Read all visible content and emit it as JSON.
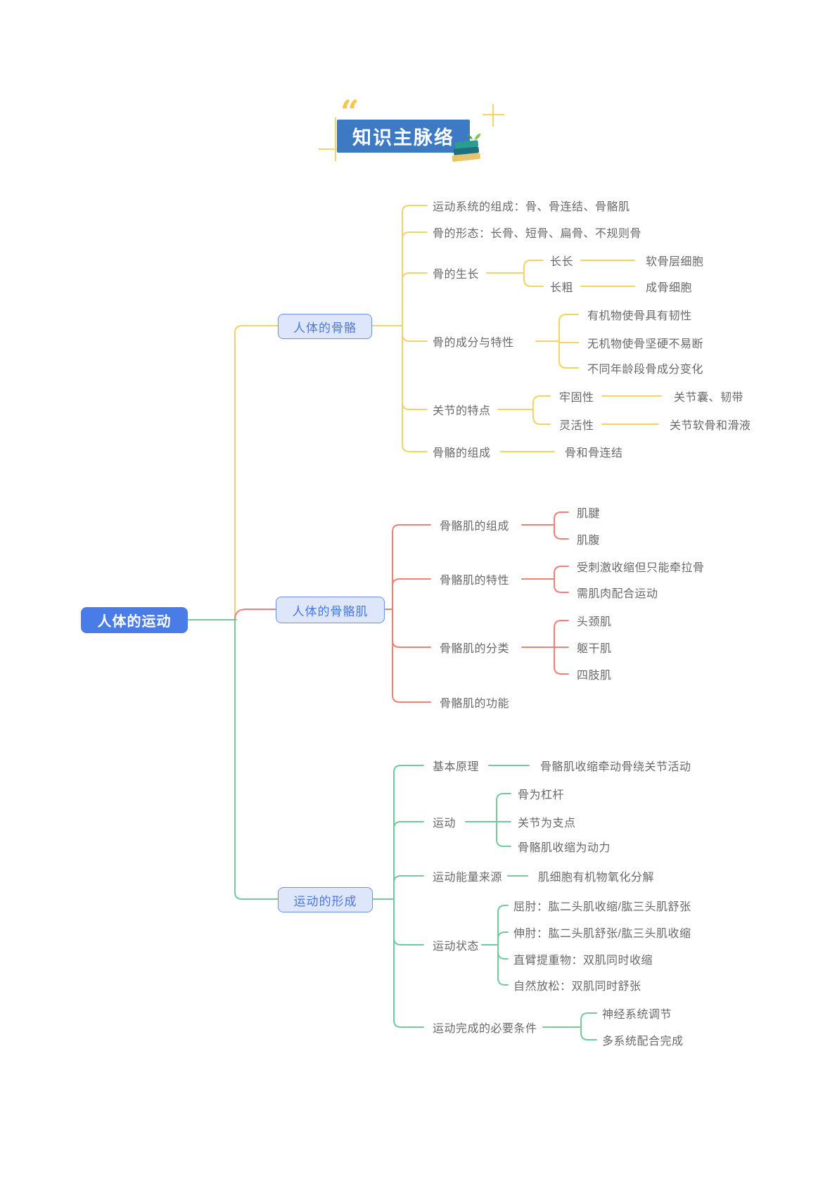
{
  "header": {
    "title": "知识主脉络",
    "quote_mark": "“"
  },
  "colors": {
    "banner_blue": "#3d7ac3",
    "root_blue": "#4a7ce8",
    "node_fill": "#dee6fb",
    "node_border": "#6e8ee9",
    "node_text": "#4b77e0",
    "branch_yellow": "#f0d464",
    "branch_red": "#ef8078",
    "branch_green": "#74ca9b",
    "topic_gray": "#696969",
    "decor_yellow": "#f3d65f"
  },
  "icons": {
    "books_icon": "books-stack",
    "quote_icon": "double-quote"
  },
  "root": {
    "label": "人体的运动"
  },
  "branches": [
    {
      "label": "人体的骨骼",
      "color": "#f0d464",
      "children": [
        {
          "label": "运动系统的组成：骨、骨连结、骨骼肌"
        },
        {
          "label": "骨的形态：长骨、短骨、扁骨、不规则骨"
        },
        {
          "label": "骨的生长",
          "children": [
            {
              "label": "长长",
              "children": [
                {
                  "label": "软骨层细胞"
                }
              ]
            },
            {
              "label": "长粗",
              "children": [
                {
                  "label": "成骨细胞"
                }
              ]
            }
          ]
        },
        {
          "label": "骨的成分与特性",
          "children": [
            {
              "label": "有机物使骨具有韧性"
            },
            {
              "label": "无机物使骨坚硬不易断"
            },
            {
              "label": "不同年龄段骨成分变化"
            }
          ]
        },
        {
          "label": "关节的特点",
          "children": [
            {
              "label": "牢固性",
              "children": [
                {
                  "label": "关节囊、韧带"
                }
              ]
            },
            {
              "label": "灵活性",
              "children": [
                {
                  "label": "关节软骨和滑液"
                }
              ]
            }
          ]
        },
        {
          "label": "骨骼的组成",
          "children": [
            {
              "label": "骨和骨连结"
            }
          ]
        }
      ]
    },
    {
      "label": "人体的骨骼肌",
      "color": "#ef8078",
      "children": [
        {
          "label": "骨骼肌的组成",
          "children": [
            {
              "label": "肌腱"
            },
            {
              "label": "肌腹"
            }
          ]
        },
        {
          "label": "骨骼肌的特性",
          "children": [
            {
              "label": "受刺激收缩但只能牵拉骨"
            },
            {
              "label": "需肌肉配合运动"
            }
          ]
        },
        {
          "label": "骨骼肌的分类",
          "children": [
            {
              "label": "头颈肌"
            },
            {
              "label": "躯干肌"
            },
            {
              "label": "四肢肌"
            }
          ]
        },
        {
          "label": "骨骼肌的功能"
        }
      ]
    },
    {
      "label": "运动的形成",
      "color": "#74ca9b",
      "children": [
        {
          "label": "基本原理",
          "children": [
            {
              "label": "骨骼肌收缩牵动骨绕关节活动"
            }
          ]
        },
        {
          "label": "运动",
          "children": [
            {
              "label": "骨为杠杆"
            },
            {
              "label": "关节为支点"
            },
            {
              "label": "骨骼肌收缩为动力"
            }
          ]
        },
        {
          "label": "运动能量来源",
          "children": [
            {
              "label": "肌细胞有机物氧化分解"
            }
          ]
        },
        {
          "label": "运动状态",
          "children": [
            {
              "label": "屈肘：肱二头肌收缩/肱三头肌舒张"
            },
            {
              "label": "伸肘：肱二头肌舒张/肱三头肌收缩"
            },
            {
              "label": "直臂提重物：双肌同时收缩"
            },
            {
              "label": "自然放松：双肌同时舒张"
            }
          ]
        },
        {
          "label": "运动完成的必要条件",
          "children": [
            {
              "label": "神经系统调节"
            },
            {
              "label": "多系统配合完成"
            }
          ]
        }
      ]
    }
  ]
}
